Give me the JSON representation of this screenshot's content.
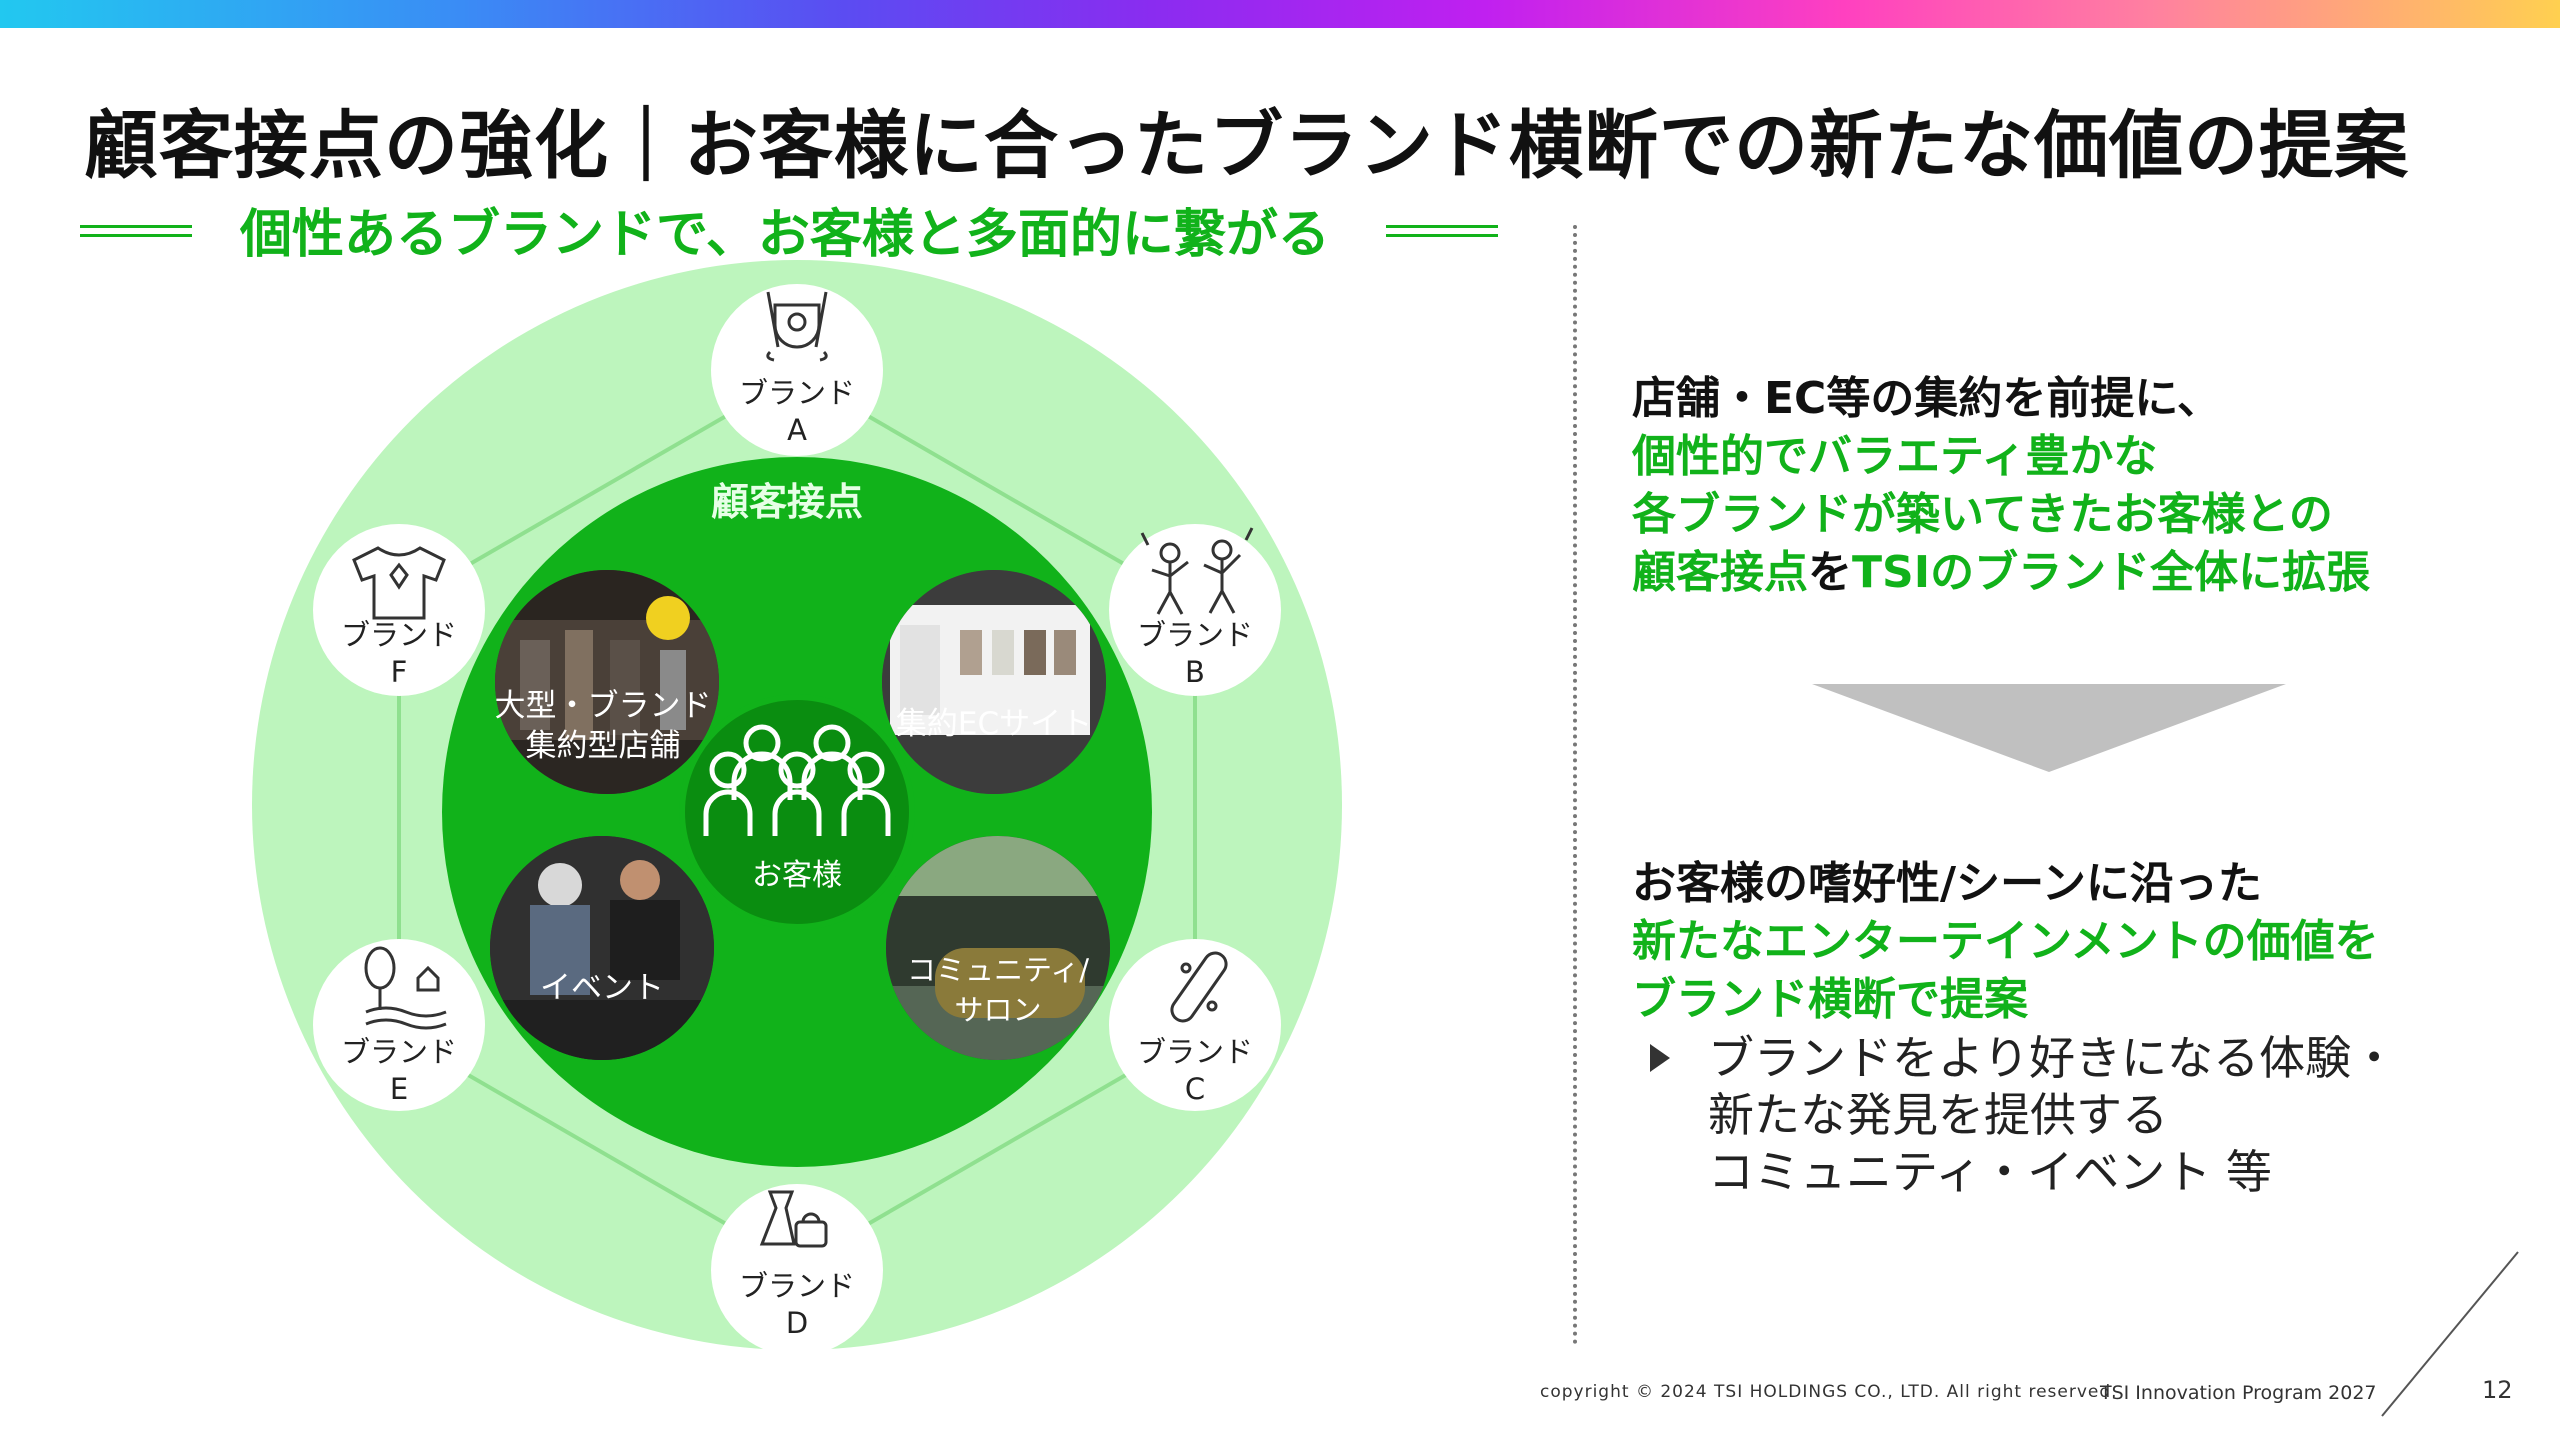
{
  "title": "顧客接点の強化｜お客様に合ったブランド横断での新たな価値の提案",
  "subtitle": "個性あるブランドで、お客様と多面的に繋がる",
  "diagram": {
    "center_label": "お客様",
    "inner_ring_label": "顧客接点",
    "touchpoints": [
      {
        "line1": "大型・ブランド",
        "line2": "集約型店舗"
      },
      {
        "line1": "集約ECサイト",
        "line2": ""
      },
      {
        "line1": "イベント",
        "line2": ""
      },
      {
        "line1": "コミュニティ/",
        "line2": "サロン"
      }
    ],
    "brand_prefix": "ブランド",
    "brands": [
      {
        "letter": "A",
        "icon": "golf-shield-icon"
      },
      {
        "letter": "B",
        "icon": "dancing-people-icon"
      },
      {
        "letter": "C",
        "icon": "skateboard-icon"
      },
      {
        "letter": "D",
        "icon": "dress-bag-icon"
      },
      {
        "letter": "E",
        "icon": "nature-river-icon"
      },
      {
        "letter": "F",
        "icon": "tshirt-icon"
      }
    ],
    "colors": {
      "outer": "#bdf5bd",
      "inner": "#11b21a",
      "center": "#0a8d10",
      "accent": "#11b21a"
    }
  },
  "right": {
    "block1": [
      {
        "text": "店舗・EC等の集約を前提に、",
        "color": "k"
      },
      {
        "text": "個性的でバラエティ豊かな",
        "color": "g"
      },
      {
        "text": "各ブランドが築いてきたお客様との",
        "color": "g"
      }
    ],
    "block1_last": {
      "a": "顧客接点",
      "b": "を",
      "c": "TSIのブランド全体に拡張"
    },
    "block2": [
      {
        "text": "お客様の嗜好性/シーンに沿った",
        "color": "k"
      },
      {
        "text": "新たなエンターテインメントの価値を",
        "color": "g"
      },
      {
        "text": "ブランド横断で提案",
        "color": "g"
      }
    ],
    "bullet_lines": [
      "ブランドをより好きになる体験・",
      "新たな発見を提供する",
      "コミュニティ・イベント 等"
    ]
  },
  "footer": {
    "copyright": "copyright © 2024 TSI HOLDINGS CO., LTD. All right reserved.",
    "program": "TSI Innovation Program 2027",
    "page": "12"
  }
}
